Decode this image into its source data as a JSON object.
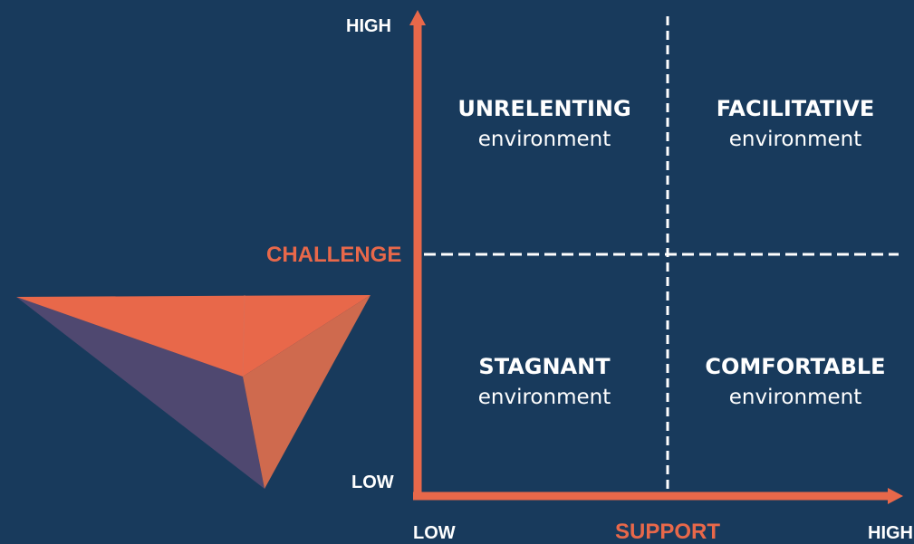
{
  "colors": {
    "background": "#183a5c",
    "axis": "#e8684a",
    "divider": "#ffffff",
    "pyramid_face_top": "#e8684a",
    "pyramid_face_right": "#cf6a4e",
    "pyramid_face_left": "#4f4870"
  },
  "y_axis": {
    "title": "CHALLENGE",
    "high_label": "HIGH",
    "low_label": "LOW"
  },
  "x_axis": {
    "title": "SUPPORT",
    "low_label": "LOW",
    "high_label": "HIGH"
  },
  "quadrants": {
    "top_left": {
      "title": "UNRELENTING",
      "subtitle": "environment"
    },
    "top_right": {
      "title": "FACILITATIVE",
      "subtitle": "environment"
    },
    "bottom_left": {
      "title": "STAGNANT",
      "subtitle": "environment"
    },
    "bottom_right": {
      "title": "COMFORTABLE",
      "subtitle": "environment"
    }
  },
  "decoration": {
    "icon": "inverted-pyramid-icon"
  }
}
